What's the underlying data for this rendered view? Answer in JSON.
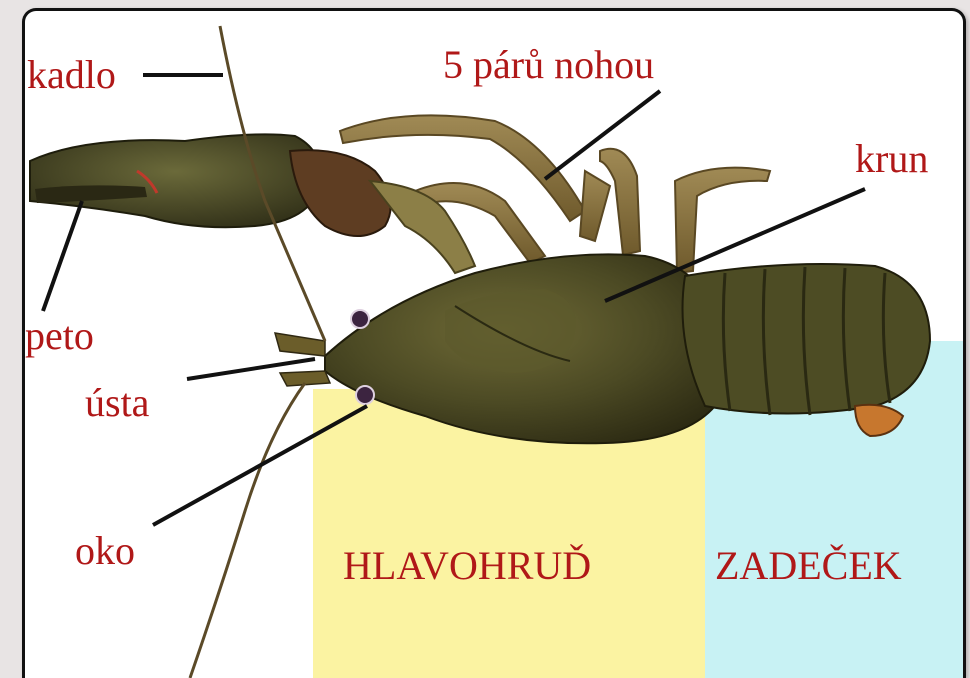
{
  "colors": {
    "label": "#b01818",
    "head_zone": "#fbf3a2",
    "tail_zone": "#c8f2f4",
    "frame_border": "#111111",
    "background": "#e8e4e4"
  },
  "labels": {
    "tykadlo": "kadlo",
    "nohy": "5 párů nohou",
    "krunyr": "krun",
    "klepeto": "peto",
    "usta": "ústa",
    "oko": "oko",
    "hlavohrud": "HLAVOHRUĎ",
    "zadecek": "ZADEČEK"
  },
  "image": {
    "subject": "crayfish-photo"
  }
}
